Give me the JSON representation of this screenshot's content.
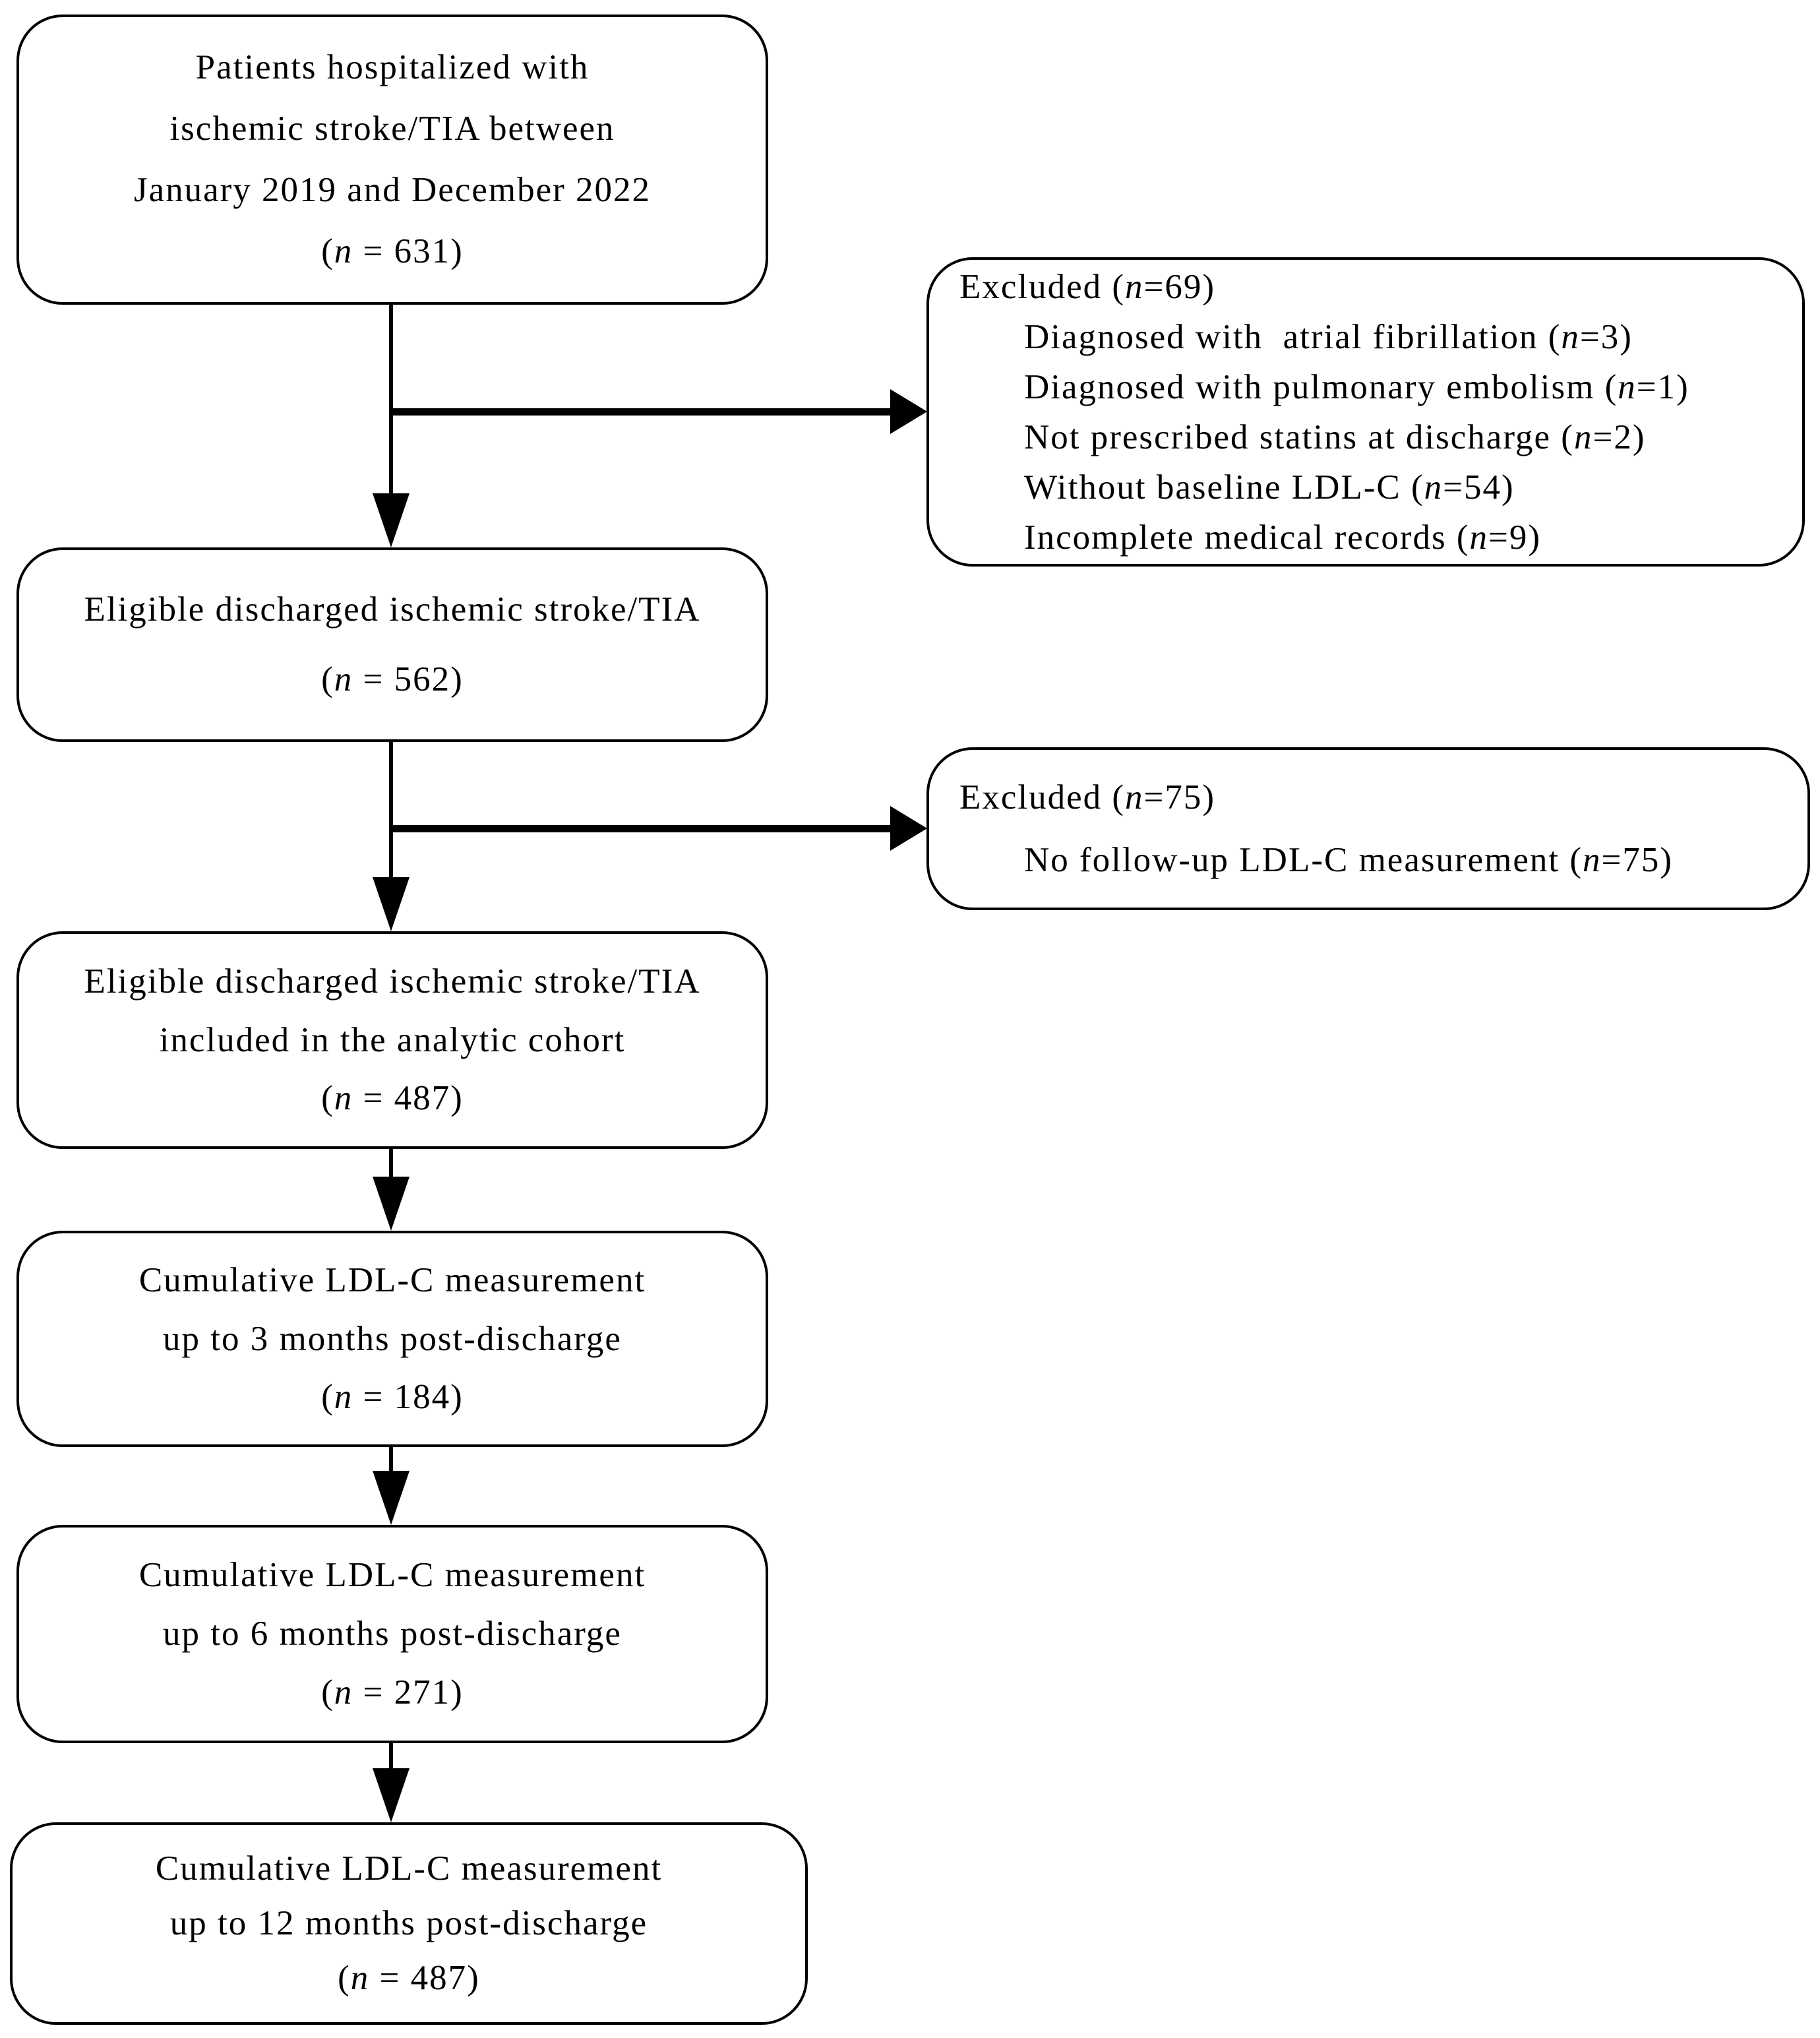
{
  "diagram": {
    "background_color": "#ffffff",
    "line_color": "#000000",
    "main_boxes": [
      {
        "lines": [
          "Patients hospitalized with",
          "ischemic stroke/TIA between",
          "January 2019 and December 2022"
        ],
        "count": "(n = 631)"
      },
      {
        "lines": [
          "Eligible discharged ischemic stroke/TIA"
        ],
        "count": "(n = 562)"
      },
      {
        "lines": [
          "Eligible discharged ischemic stroke/TIA",
          "included in the analytic cohort"
        ],
        "count": "(n = 487)"
      },
      {
        "lines": [
          "Cumulative LDL-C measurement",
          "up to 3 months post-discharge"
        ],
        "count": "(n = 184)"
      },
      {
        "lines": [
          "Cumulative LDL-C measurement",
          "up to 6 months post-discharge"
        ],
        "count": "(n = 271)"
      },
      {
        "lines": [
          "Cumulative LDL-C measurement",
          "up to 12 months post-discharge"
        ],
        "count": "(n = 487)"
      }
    ],
    "exclusion_boxes": [
      {
        "title": "Excluded (n=69)",
        "items": [
          "Diagnosed with  atrial fibrillation (n=3)",
          "Diagnosed with pulmonary embolism (n=1)",
          "Not prescribed statins at discharge (n=2)",
          "Without baseline LDL-C (n=54)",
          "Incomplete medical records (n=9)"
        ]
      },
      {
        "title": "Excluded (n=75)",
        "items": [
          "No follow-up LDL-C measurement (n=75)"
        ]
      }
    ]
  }
}
